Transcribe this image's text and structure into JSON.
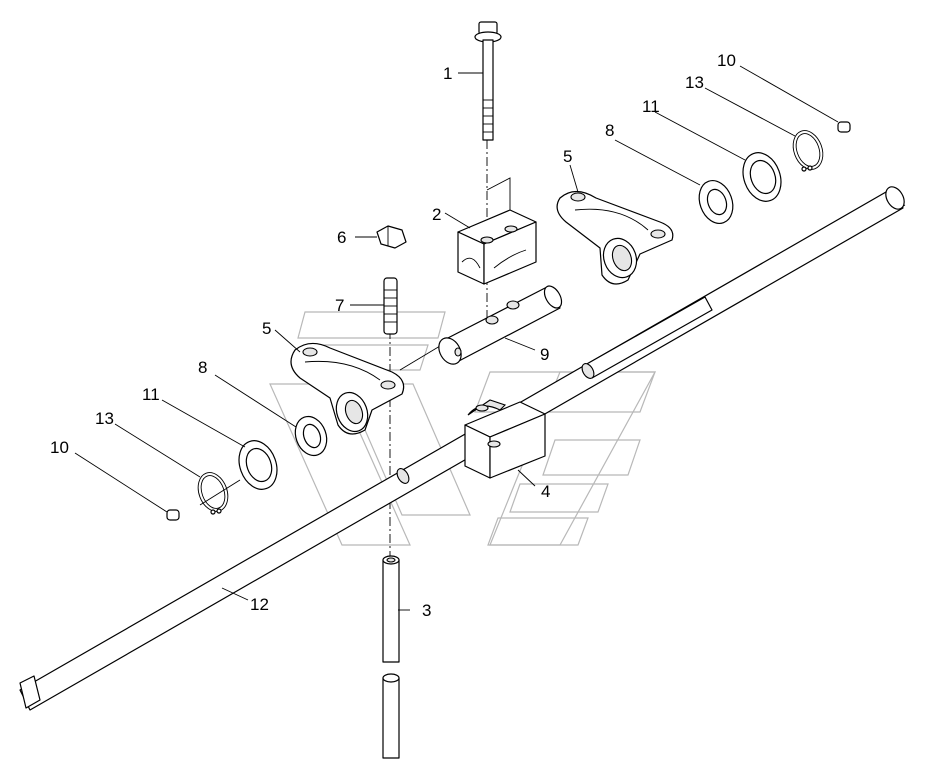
{
  "callouts": {
    "c1": "1",
    "c2": "2",
    "c3": "3",
    "c4": "4",
    "c5a": "5",
    "c5b": "5",
    "c6": "6",
    "c7": "7",
    "c8a": "8",
    "c8b": "8",
    "c9": "9",
    "c10a": "10",
    "c10b": "10",
    "c11a": "11",
    "c11b": "11",
    "c12": "12",
    "c13a": "13",
    "c13b": "13"
  }
}
